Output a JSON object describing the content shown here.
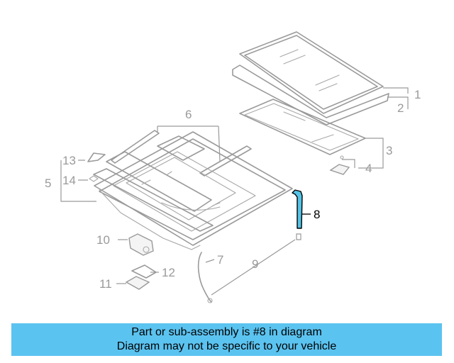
{
  "diagram": {
    "callouts": [
      "1",
      "2",
      "3",
      "4",
      "5",
      "6",
      "7",
      "8",
      "9",
      "10",
      "11",
      "12",
      "13",
      "14"
    ],
    "highlight_color": "#55c3e6",
    "highlighted_part": "8"
  },
  "banner": {
    "line1": "Part or sub-assembly is #8 in diagram",
    "line2": "Diagram may not be specific to your vehicle",
    "background": "#5bc3f0"
  }
}
